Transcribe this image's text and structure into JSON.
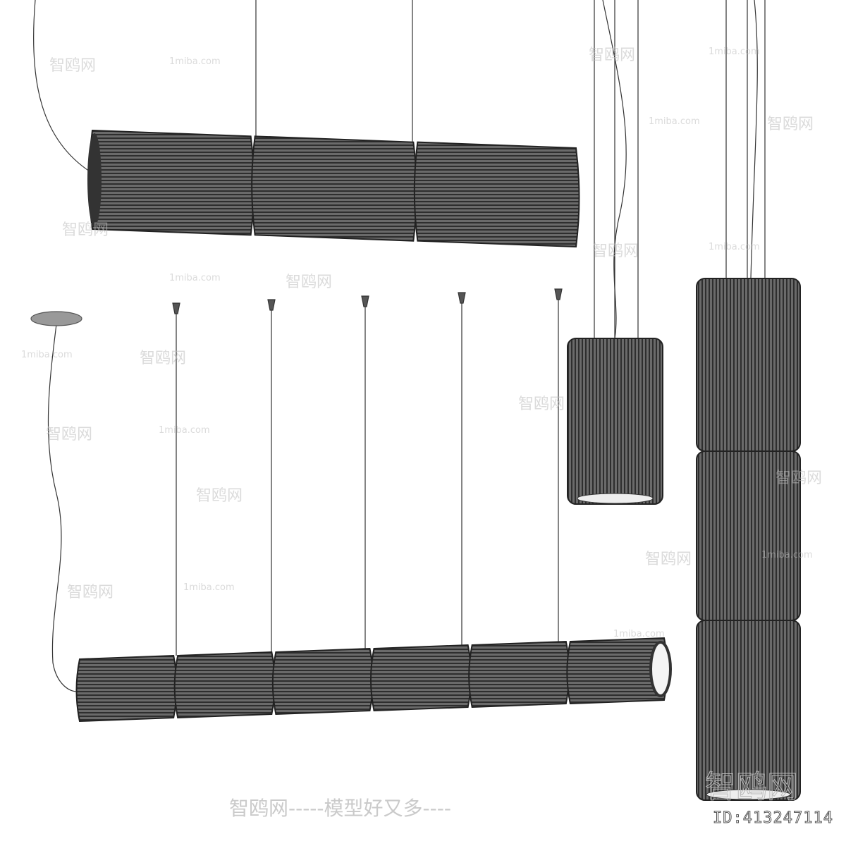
{
  "watermarks": {
    "brand_cn": "智鸥网",
    "site": "1miba.com",
    "slogan": "智鸥网-----模型好又多----"
  },
  "model_id": "ID:413247114",
  "colors": {
    "lamp_dark": "#4a4a4a",
    "lamp_stripe": "#2a2a2a",
    "wire": "#333333",
    "watermark": "#bebebe"
  }
}
